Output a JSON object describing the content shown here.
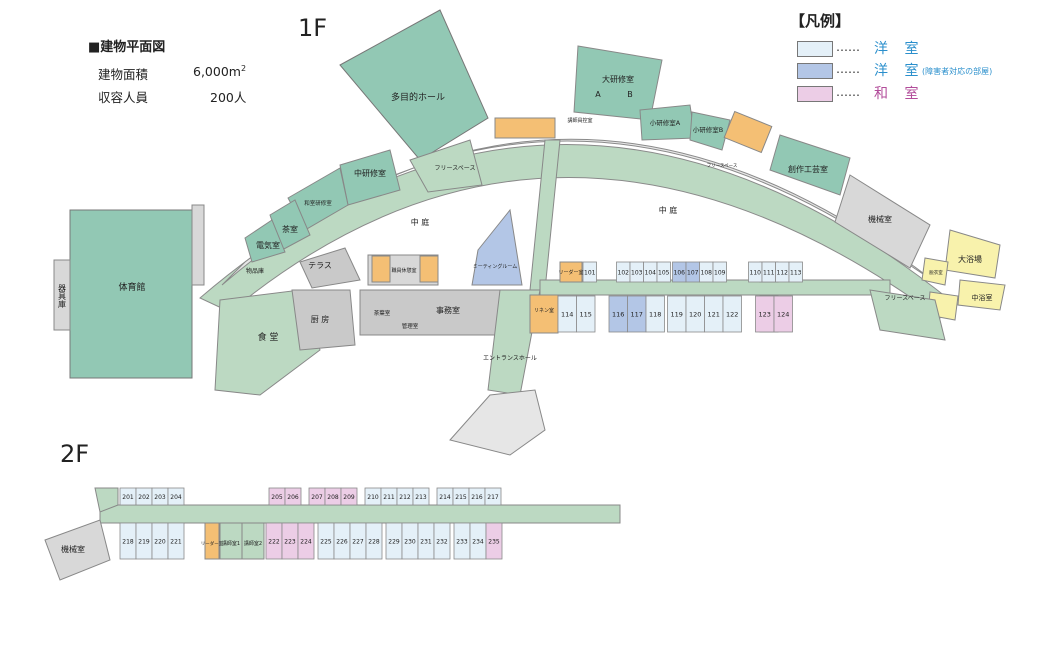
{
  "colors": {
    "western": "#e4f0f8",
    "accessible": "#b3c6e6",
    "japanese": "#eccde6",
    "common": "#92c8b4",
    "corridor": "#bcd9c2",
    "service": "#c9c9c9",
    "bath": "#f8f2ac",
    "wc": "#f4bf74",
    "frame": "#8a8a8a",
    "outdoor": "#ffffff",
    "legend_western_text": "#2a8fcc",
    "legend_japanese_text": "#b24c9a"
  },
  "header": {
    "title": "■建物平面図",
    "area_label": "建物面積",
    "area_value": "6,000m",
    "area_sup": "2",
    "capacity_label": "収容人員",
    "capacity_value": "200人"
  },
  "floors": {
    "f1": "1F",
    "f2": "2F"
  },
  "legend": {
    "title": "【凡例】",
    "items": [
      {
        "dots": "……",
        "label": "洋 室",
        "note": ""
      },
      {
        "dots": "……",
        "label": "洋 室",
        "note": "(障害者対応の部屋)"
      },
      {
        "dots": "……",
        "label": "和 室",
        "note": ""
      }
    ]
  },
  "rooms_1f": {
    "gym": "体育館",
    "equip": "器具庫",
    "multi_hall": "多目的ホール",
    "free_space_top": "フリースペース",
    "mid_training": "中研修室",
    "japanese_training": "和室研修室",
    "tea_room": "茶室",
    "electric": "電気室",
    "storage": "物品庫",
    "courtyard_left": "中 庭",
    "courtyard_right": "中 庭",
    "terrace": "テラス",
    "kitchen": "厨 房",
    "dining": "食 堂",
    "office": "事務室",
    "tea_prep": "茶葉室",
    "manager": "管理室",
    "staff_rest": "職員休憩室",
    "meeting": "ミーティングルーム",
    "entrance": "エントランスホール",
    "linen": "リネン室",
    "leader_room": "リーダー室",
    "big_training": "大研修室",
    "big_a": "A",
    "big_b": "B",
    "small_a": "小研修室A",
    "small_b": "小研修室B",
    "lecturer_room": "講師員控室",
    "creative": "創作工芸室",
    "machine": "機械室",
    "free_space_right": "フリースペース",
    "big_bath": "大浴場",
    "mid_bath": "中浴室",
    "changing": "脱衣室",
    "free_small": "フリースペース"
  },
  "rooms_1f_numbers": {
    "top": [
      "101",
      "102",
      "103",
      "104",
      "105",
      "106",
      "107",
      "108",
      "109",
      "110",
      "111",
      "112",
      "113"
    ],
    "bottom": [
      "114",
      "115",
      "116",
      "117",
      "118",
      "119",
      "120",
      "121",
      "122",
      "123",
      "124"
    ]
  },
  "rooms_2f": {
    "machine": "機械室",
    "leader_room": "リーダー室",
    "lecturer_1": "講師室1",
    "lecturer_2": "講師室2",
    "top": [
      "201",
      "202",
      "203",
      "204",
      "205",
      "206",
      "207",
      "208",
      "209",
      "210",
      "211",
      "212",
      "213",
      "214",
      "215",
      "216",
      "217"
    ],
    "bottom": [
      "218",
      "219",
      "220",
      "221",
      "222",
      "223",
      "224",
      "225",
      "226",
      "227",
      "228",
      "229",
      "230",
      "231",
      "232",
      "233",
      "234",
      "235"
    ]
  }
}
